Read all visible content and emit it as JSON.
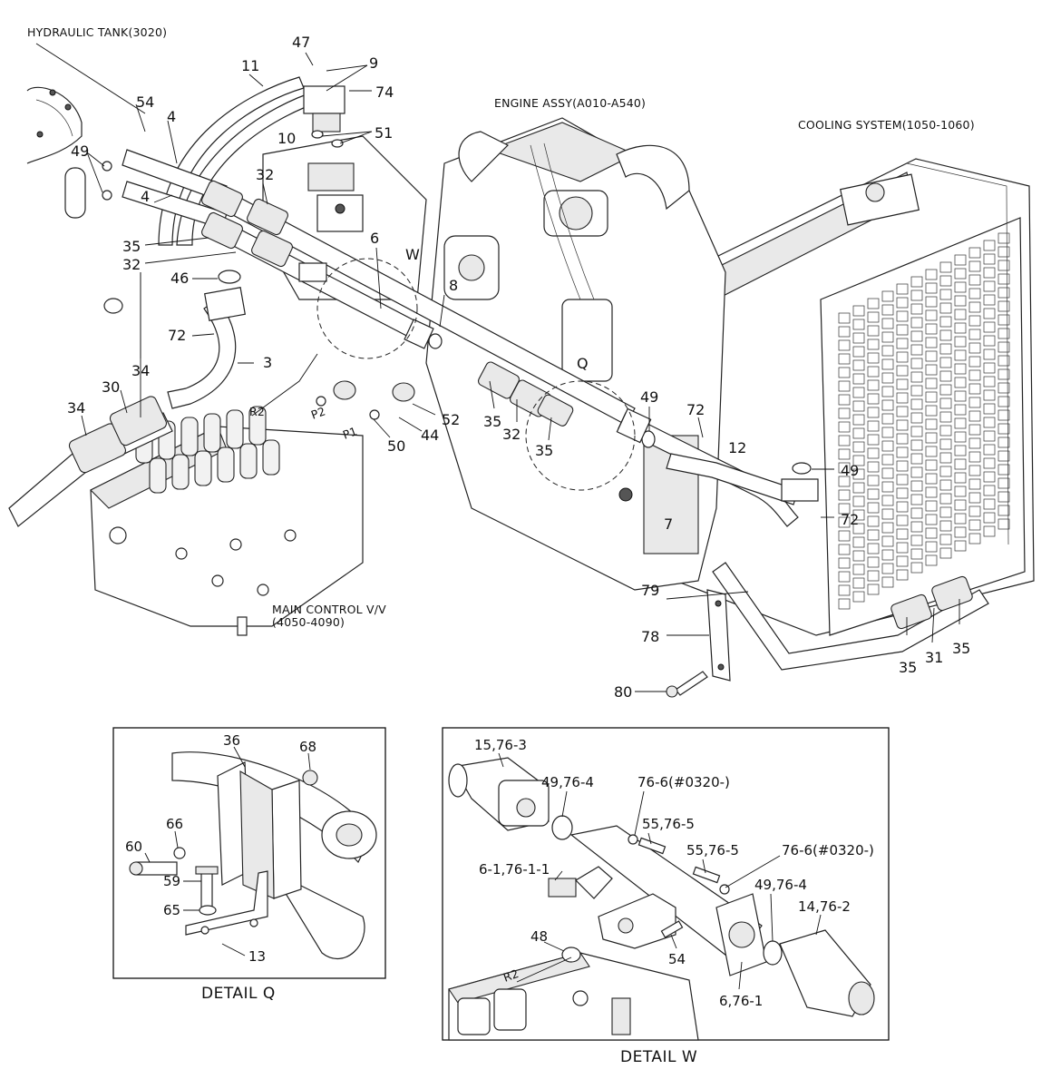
{
  "assembly_captions": {
    "hydraulic_tank": "HYDRAULIC TANK(3020)",
    "engine_assy": "ENGINE ASSY(A010-A540)",
    "cooling_system": "COOLING SYSTEM(1050-1060)",
    "main_control_v1": "MAIN CONTROL V/V",
    "main_control_v2": "(4050-4090)"
  },
  "detail_labels": {
    "q": "Q",
    "w": "W"
  },
  "port_labels": {
    "r2": "R2",
    "p2": "P2",
    "p1": "P1"
  },
  "main_callouts": [
    "47",
    "9",
    "11",
    "54",
    "74",
    "4",
    "51",
    "10",
    "49",
    "32",
    "4",
    "35",
    "6",
    "W",
    "32",
    "46",
    "8",
    "72",
    "3",
    "34",
    "Q",
    "30",
    "34",
    "35",
    "32",
    "35",
    "49",
    "72",
    "12",
    "52",
    "44",
    "50",
    "49",
    "72",
    "7",
    "79",
    "78",
    "80",
    "35",
    "31",
    "35"
  ],
  "detail_q": {
    "caption": "DETAIL  Q",
    "callouts": [
      "36",
      "68",
      "66",
      "60",
      "59",
      "65",
      "13"
    ]
  },
  "detail_w": {
    "caption": "DETAIL  W",
    "callouts": [
      "15,76-3",
      "49,76-4",
      "76-6(#0320-)",
      "55,76-5",
      "55,76-5",
      "76-6(#0320-)",
      "6-1,76-1-1",
      "49,76-4",
      "14,76-2",
      "48",
      "54",
      "6,76-1"
    ],
    "port_label": "R2"
  }
}
